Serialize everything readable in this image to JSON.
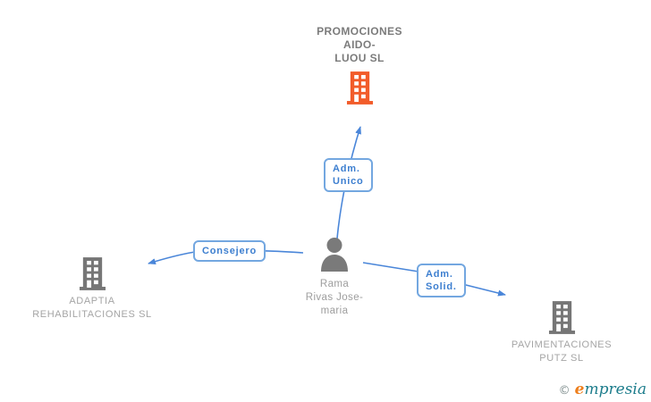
{
  "nodes": {
    "promociones": {
      "lines": [
        "PROMOCIONES",
        "AIDO-",
        "LUOU SL"
      ],
      "icon": "building-icon",
      "icon_color": "#f25c2a"
    },
    "adaptia": {
      "lines": [
        "ADAPTIA",
        "REHABILITACIONES SL"
      ],
      "icon": "building-icon",
      "icon_color": "#767676"
    },
    "pavimentaciones": {
      "lines": [
        "PAVIMENTACIONES",
        "PUTZ SL"
      ],
      "icon": "building-icon",
      "icon_color": "#767676"
    },
    "person": {
      "lines": [
        "Rama",
        "Rivas Jose-",
        "maria"
      ],
      "icon": "person-icon",
      "icon_color": "#7a7a7a"
    }
  },
  "edges": {
    "adm_unico": {
      "lines": [
        "Adm.",
        "Unico"
      ],
      "from": "person",
      "to": "promociones"
    },
    "consejero": {
      "lines": [
        "Consejero"
      ],
      "from": "person",
      "to": "adaptia"
    },
    "adm_solid": {
      "lines": [
        "Adm.",
        "Solid."
      ],
      "from": "person",
      "to": "pavimentaciones"
    }
  },
  "watermark": {
    "copyright": "©",
    "brand_first_letter": "e",
    "brand_rest": "mpresia"
  },
  "colors": {
    "edge_blue": "#4a86d9",
    "label_border": "#73a7e0",
    "label_text": "#3d7fd0",
    "company_title_text": "#7b7b7b",
    "company_name_text": "#a5a5a5",
    "person_name_text": "#9e9e9e",
    "building_gray": "#767676",
    "building_orange": "#f25c2a",
    "brand_orange": "#ee7f1d",
    "brand_teal": "#1d7d8c"
  }
}
